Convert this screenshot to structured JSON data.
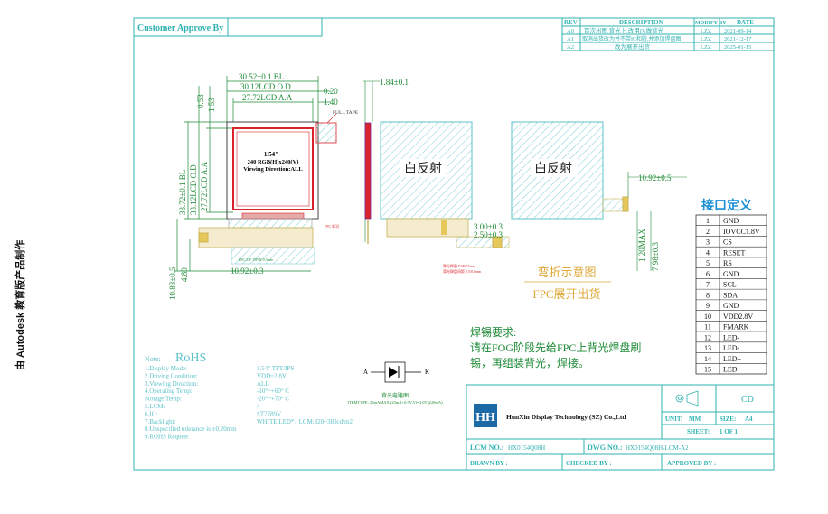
{
  "sidebar_text": "由 Autodesk 教育版产品制作",
  "customer_approve": "Customer Approve By",
  "revision_table": {
    "headers": [
      "REV",
      "DESCRIPTION",
      "MODIFY BY",
      "DATE"
    ],
    "rows": [
      [
        "A0",
        "首次出图,背光上,改用IV做背光",
        "LZZ",
        "2021-09-14"
      ],
      [
        "A1",
        "取消出货改为并不带IC和胶,并添加焊盘图",
        "LZZ",
        "2021-12-17"
      ],
      [
        "A2",
        "改为展开出货",
        "LZZ",
        "2025-01-15"
      ]
    ]
  },
  "dimensions": {
    "bl_width": "30.52±0.1 BL",
    "lcd_od_width": "30.12LCD O.D",
    "lcd_aa_width": "27.72LCD A.A",
    "d_020": "0.20",
    "d_140": "1.40",
    "d_053": "0.53",
    "d_153": "1.53",
    "bl_height": "33.72±0.1 BL",
    "lcd_od_height": "33.12LCD O.D",
    "lcd_aa_height": "27.72LCD A.A",
    "thickness": "1.84±0.1",
    "fpc_width": "10.92±0.3",
    "fpc_width_right": "10.92±0.5",
    "d_300": "3.00±0.3",
    "d_250": "2.50±0.3",
    "d_120": "1.20MAX",
    "d_798": "7.98±0.3",
    "d_1083": "10.83±0.5",
    "d_480": "4.80",
    "full_tape": "FULL TAPE"
  },
  "lcd_label": {
    "line1": "1.54\"",
    "line2": "240 RGB(H)x240(V)",
    "line3": "Viewing Direction:ALL"
  },
  "white_reflect": "白反射",
  "bend_title": "弯折示意图",
  "fpc_title": "FPC展开出货",
  "interface_title": "接口定义",
  "pins": [
    [
      "1",
      "GND"
    ],
    [
      "2",
      "IOVCC1.8V"
    ],
    [
      "3",
      "CS"
    ],
    [
      "4",
      "RESET"
    ],
    [
      "5",
      "RS"
    ],
    [
      "6",
      "GND"
    ],
    [
      "7",
      "SCL"
    ],
    [
      "8",
      "SDA"
    ],
    [
      "9",
      "GND"
    ],
    [
      "10",
      "VDD2.8V"
    ],
    [
      "11",
      "FMARK"
    ],
    [
      "12",
      "LED-"
    ],
    [
      "13",
      "LED-"
    ],
    [
      "14",
      "LED+"
    ],
    [
      "15",
      "LED+"
    ]
  ],
  "solder_req": {
    "line1": "焊锡要求:",
    "line2": "请在FOG阶段先给FPC上背光焊盘刷",
    "line3": "锡，再组装背光，焊接。"
  },
  "notes": {
    "title": "Note:",
    "rohs": "RoHS",
    "items": [
      [
        "1.Display Mode:",
        "1.54\" TFT/IPS"
      ],
      [
        "2.Driving Condition:",
        "VDD=2.8V"
      ],
      [
        "3.Viewing Direction:",
        "ALL"
      ],
      [
        "4.Operating Temp:",
        "-10°~+60° C"
      ],
      [
        "  Storage Temp:",
        "-20°~+70° C"
      ],
      [
        "5.LCM:",
        "/"
      ],
      [
        "6.IC:",
        "ST7789V"
      ],
      [
        "7.Backlight:",
        "WHITE LED*1 LCM:320~380cd/m2"
      ],
      [
        "8.Unspecified tolerance is ±0.20mm",
        ""
      ],
      [
        "9.ROHS Request",
        ""
      ]
    ]
  },
  "backlight_diagram": {
    "anode": "A",
    "cathode": "K",
    "title": "背光电路图",
    "subtitle": "ITEMTYPE: 20mAMAX  (25mA+0.5V,Vf=3.0V@20mA)"
  },
  "title_block": {
    "logo_text": "HH",
    "company": "HunXin Display Technology (SZ) Co.,Ltd",
    "cd": "CD",
    "unit_label": "UNIT:",
    "unit_value": "MM",
    "size_label": "SIZE:",
    "size_value": "A4",
    "sheet_label": "SHEET:",
    "sheet_value": "1   OF  1",
    "lcm_label": "LCM NO.:",
    "lcm_value": "HX0154Q08H",
    "dwg_label": "DWG NO.:",
    "dwg_value": "HX0154Q08H-LCM-A2",
    "drawn_label": "DRAWN BY :",
    "checked_label": "CHECKED BY :",
    "approved_label": "APPROVED BY :"
  },
  "colors": {
    "frame": "#2fb3b0",
    "dim": "#1c8a35",
    "red": "#d9232a",
    "fpc": "#c9b35a",
    "hatch": "#5cc2c8",
    "blue_title": "#1a8fd6",
    "orange": "#e0a83a"
  }
}
